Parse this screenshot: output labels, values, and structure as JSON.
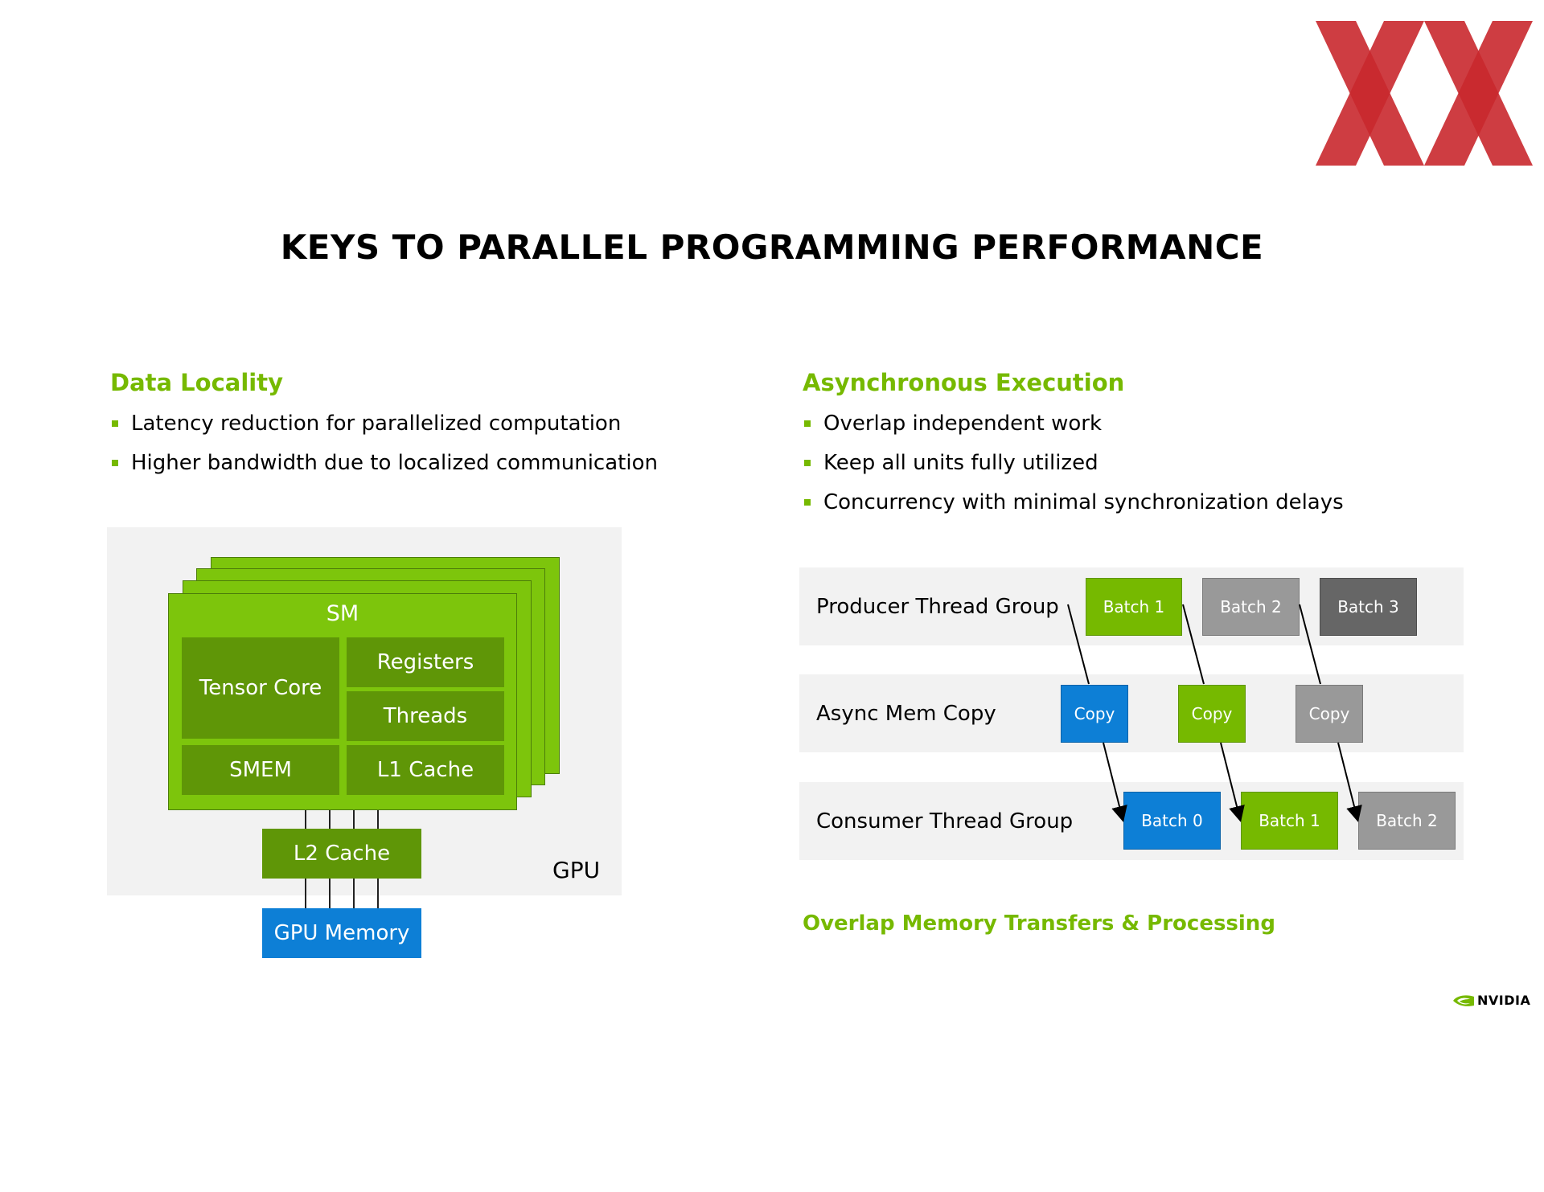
{
  "slide": {
    "title": "KEYS TO PARALLEL PROGRAMMING PERFORMANCE"
  },
  "data_locality": {
    "heading": "Data Locality",
    "bullets": [
      "Latency reduction for parallelized computation",
      "Higher bandwidth due to localized communication"
    ],
    "diagram": {
      "sm": "SM",
      "tensor_core": "Tensor Core",
      "registers": "Registers",
      "threads": "Threads",
      "smem": "SMEM",
      "l1_cache": "L1 Cache",
      "l2_cache": "L2 Cache",
      "gpu_memory": "GPU Memory",
      "gpu": "GPU"
    }
  },
  "async_execution": {
    "heading": "Asynchronous Execution",
    "bullets": [
      "Overlap independent work",
      "Keep all units fully utilized",
      "Concurrency with minimal synchronization delays"
    ],
    "rows": {
      "producer": {
        "label": "Producer Thread Group",
        "boxes": [
          "Batch 1",
          "Batch 2",
          "Batch 3"
        ]
      },
      "copy": {
        "label": "Async Mem Copy",
        "boxes": [
          "Copy",
          "Copy",
          "Copy"
        ]
      },
      "consumer": {
        "label": "Consumer Thread Group",
        "boxes": [
          "Batch 0",
          "Batch 1",
          "Batch 2"
        ]
      }
    },
    "caption": "Overlap Memory Transfers & Processing"
  },
  "branding": {
    "nvidia": "NVIDIA",
    "eye_icon": "nvidia-eye-icon",
    "corner_logo": "xx-logo-icon"
  },
  "colors": {
    "nvidia_green": "#76b900",
    "dark_green": "#5f9607",
    "blue": "#0d7fd6",
    "gray": "#999999",
    "dark_gray": "#666666",
    "logo_red": "#cc3333"
  }
}
